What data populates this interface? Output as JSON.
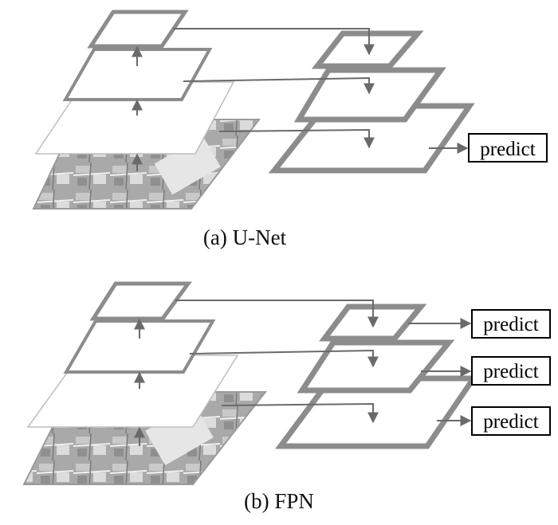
{
  "colors": {
    "layer_stroke": "#8c8c8c",
    "arrow": "#6a6a6a",
    "text": "#000000",
    "image_base": "#a9a9a9"
  },
  "unet": {
    "caption": "(a) U-Net",
    "predict_label": "predict"
  },
  "fpn": {
    "caption": "(b) FPN",
    "predict_labels": [
      "predict",
      "predict",
      "predict"
    ]
  }
}
